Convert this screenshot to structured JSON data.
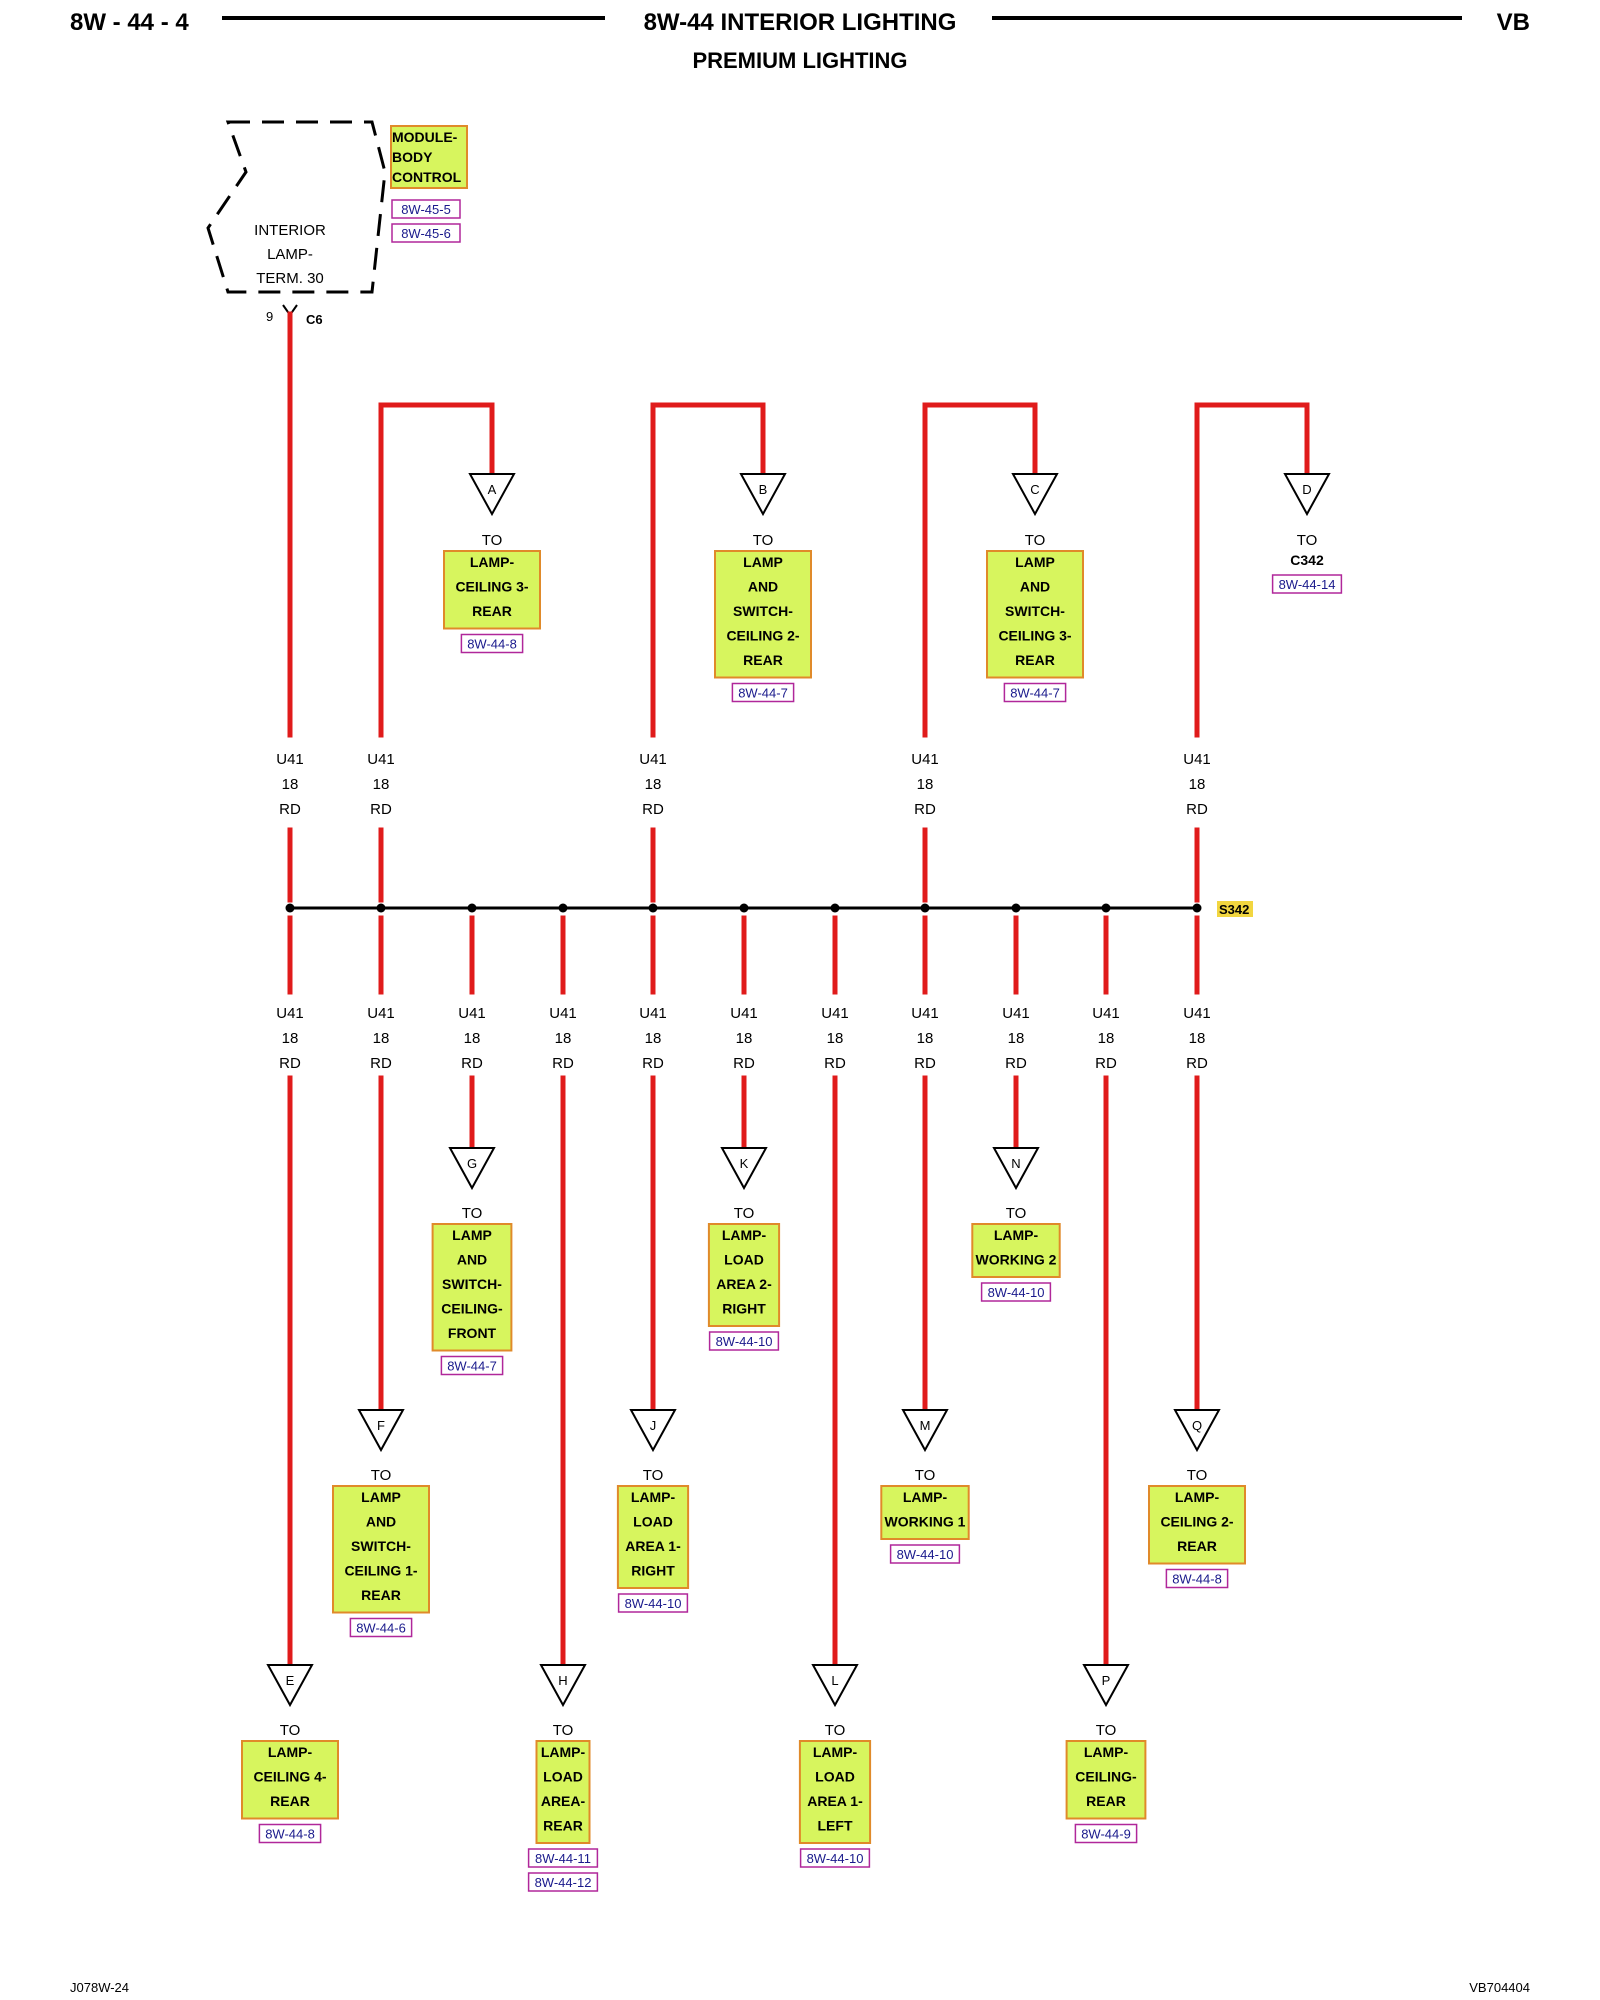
{
  "header": {
    "page_id": "8W - 44 - 4",
    "title": "8W-44 INTERIOR LIGHTING",
    "subtitle": "PREMIUM LIGHTING",
    "code": "VB"
  },
  "module": {
    "label": [
      "MODULE-",
      "BODY",
      "CONTROL"
    ],
    "refs": [
      "8W-45-5",
      "8W-45-6"
    ],
    "pin_box": [
      "INTERIOR",
      "LAMP-",
      "TERM. 30"
    ],
    "pin": "9",
    "connector": "C6"
  },
  "colors": {
    "wire": "#e01b1b",
    "dest_fill": "#d7f55e",
    "dest_border": "#e08a2a",
    "ref_border": "#b0279a",
    "splice_fill": "#f2d640"
  },
  "wire_label": {
    "circuit": "U41",
    "gauge": "18",
    "color": "RD"
  },
  "splice": {
    "label": "S342"
  },
  "to_word": "TO",
  "upper_branches": [
    {
      "letter": "A",
      "dest": [
        "LAMP-",
        "CEILING 3-",
        "REAR"
      ],
      "refs": [
        "8W-44-8"
      ]
    },
    {
      "letter": "B",
      "dest": [
        "LAMP",
        "AND",
        "SWITCH-",
        "CEILING 2-",
        "REAR"
      ],
      "refs": [
        "8W-44-7"
      ]
    },
    {
      "letter": "C",
      "dest": [
        "LAMP",
        "AND",
        "SWITCH-",
        "CEILING 3-",
        "REAR"
      ],
      "refs": [
        "8W-44-7"
      ]
    },
    {
      "letter": "D",
      "connector": "C342",
      "refs": [
        "8W-44-14"
      ]
    }
  ],
  "lower_branches": [
    {
      "letter": "E",
      "dest": [
        "LAMP-",
        "CEILING 4-",
        "REAR"
      ],
      "refs": [
        "8W-44-8"
      ]
    },
    {
      "letter": "F",
      "dest": [
        "LAMP",
        "AND",
        "SWITCH-",
        "CEILING 1-",
        "REAR"
      ],
      "refs": [
        "8W-44-6"
      ]
    },
    {
      "letter": "G",
      "dest": [
        "LAMP",
        "AND",
        "SWITCH-",
        "CEILING-",
        "FRONT"
      ],
      "refs": [
        "8W-44-7"
      ]
    },
    {
      "letter": "H",
      "dest": [
        "LAMP-",
        "LOAD",
        "AREA-",
        "REAR"
      ],
      "refs": [
        "8W-44-11",
        "8W-44-12"
      ]
    },
    {
      "letter": "J",
      "dest": [
        "LAMP-",
        "LOAD",
        "AREA 1-",
        "RIGHT"
      ],
      "refs": [
        "8W-44-10"
      ]
    },
    {
      "letter": "K",
      "dest": [
        "LAMP-",
        "LOAD",
        "AREA 2-",
        "RIGHT"
      ],
      "refs": [
        "8W-44-10"
      ]
    },
    {
      "letter": "L",
      "dest": [
        "LAMP-",
        "LOAD",
        "AREA 1-",
        "LEFT"
      ],
      "refs": [
        "8W-44-10"
      ]
    },
    {
      "letter": "M",
      "dest": [
        "LAMP-",
        "WORKING 1"
      ],
      "refs": [
        "8W-44-10"
      ]
    },
    {
      "letter": "N",
      "dest": [
        "LAMP-",
        "WORKING 2"
      ],
      "refs": [
        "8W-44-10"
      ]
    },
    {
      "letter": "P",
      "dest": [
        "LAMP-",
        "CEILING-",
        "REAR"
      ],
      "refs": [
        "8W-44-9"
      ]
    },
    {
      "letter": "Q",
      "dest": [
        "LAMP-",
        "CEILING 2-",
        "REAR"
      ],
      "refs": [
        "8W-44-8"
      ]
    }
  ],
  "footer": {
    "left": "J078W-24",
    "right": "VB704404"
  }
}
